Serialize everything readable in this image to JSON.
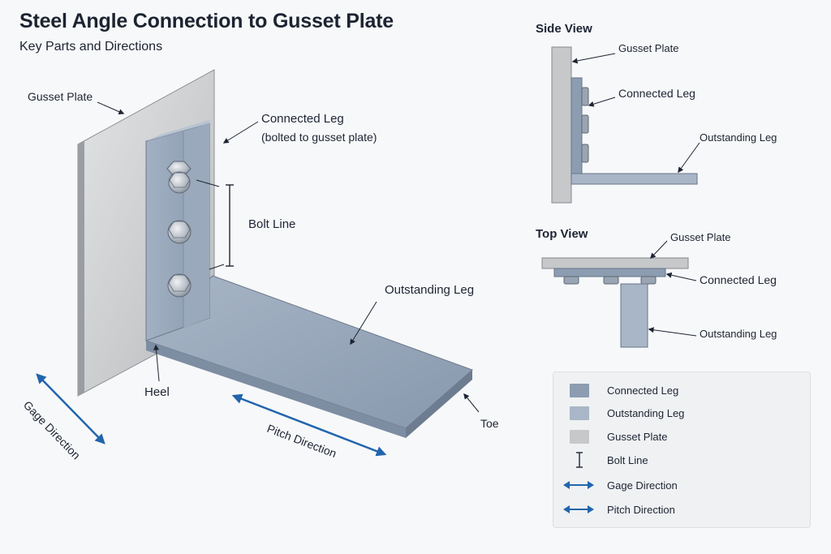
{
  "header": {
    "title": "Steel Angle Connection to Gusset Plate",
    "subtitle": "Key Parts and Directions"
  },
  "main_view": {
    "gusset_plate": "Gusset Plate",
    "connected_leg": "Connected Leg",
    "connected_leg_note": "(bolted to gusset plate)",
    "bolt_line": "Bolt Line",
    "outstanding_leg": "Outstanding Leg",
    "heel": "Heel",
    "toe": "Toe",
    "gage_direction": "Gage Direction",
    "pitch_direction": "Pitch Direction"
  },
  "side_view": {
    "title": "Side View",
    "gusset_plate": "Gusset Plate",
    "connected_leg": "Connected Leg",
    "outstanding_leg": "Outstanding Leg"
  },
  "top_view": {
    "title": "Top View",
    "gusset_plate": "Gusset Plate",
    "connected_leg": "Connected Leg",
    "outstanding_leg": "Outstanding Leg"
  },
  "legend": {
    "items": [
      {
        "label": "Connected Leg",
        "kind": "swatch",
        "color": "#8c9db1"
      },
      {
        "label": "Outstanding Leg",
        "kind": "swatch",
        "color": "#a9b6c7"
      },
      {
        "label": "Gusset Plate",
        "kind": "swatch",
        "color": "#c6c8ca"
      },
      {
        "label": "Bolt Line",
        "kind": "bolt-line-icon"
      },
      {
        "label": "Gage Direction",
        "kind": "double-arrow-icon"
      },
      {
        "label": "Pitch Direction",
        "kind": "double-arrow-icon"
      }
    ]
  },
  "colors": {
    "gusset": "#c6c8ca",
    "connected_leg": "#8c9db1",
    "outstanding_leg": "#a9b6c7",
    "direction_arrow": "#2265ad",
    "leader": "#1d2433"
  }
}
